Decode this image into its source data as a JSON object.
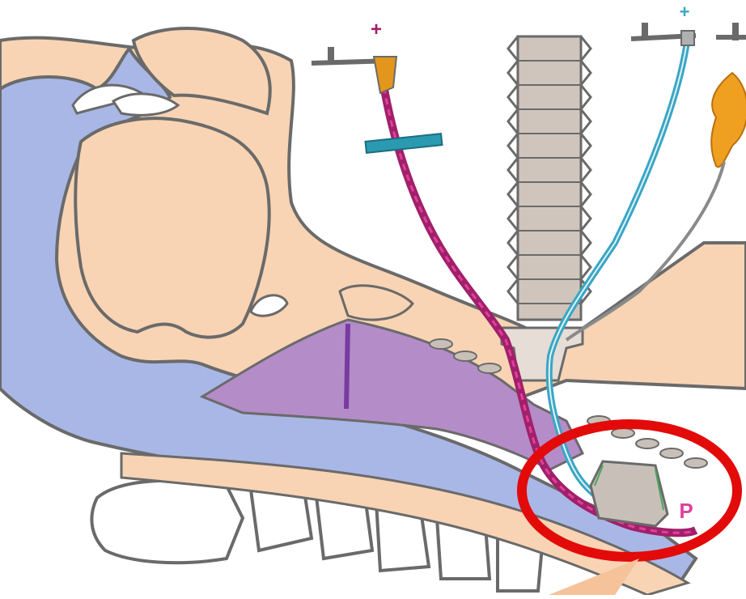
{
  "diagram": {
    "labels": {
      "top_marker_magenta": "+",
      "top_marker_blue": "+",
      "distal_marker": "P"
    },
    "colors": {
      "background": "#ffffff",
      "tissue": "#f8d4b4",
      "outline": "#6a6a6a",
      "airway_blue": "#a9b7e6",
      "pharynx_purple": "#b48cc8",
      "catheter_magenta": "#a0206a",
      "catheter_pink": "#e0409a",
      "catheter_blue": "#3aa6c4",
      "tube_gray": "#cfc5bd",
      "balloon_gray": "#c8c0b8",
      "highlight_red": "#e30a0a",
      "bulb_orange": "#f0a020",
      "connector_orange": "#e2961c",
      "clamp_teal": "#2a9ab0",
      "pointer_peach": "#f6c29a"
    },
    "annotation": {
      "shape": "ellipse",
      "highlights": "catheter-tip-region"
    }
  }
}
